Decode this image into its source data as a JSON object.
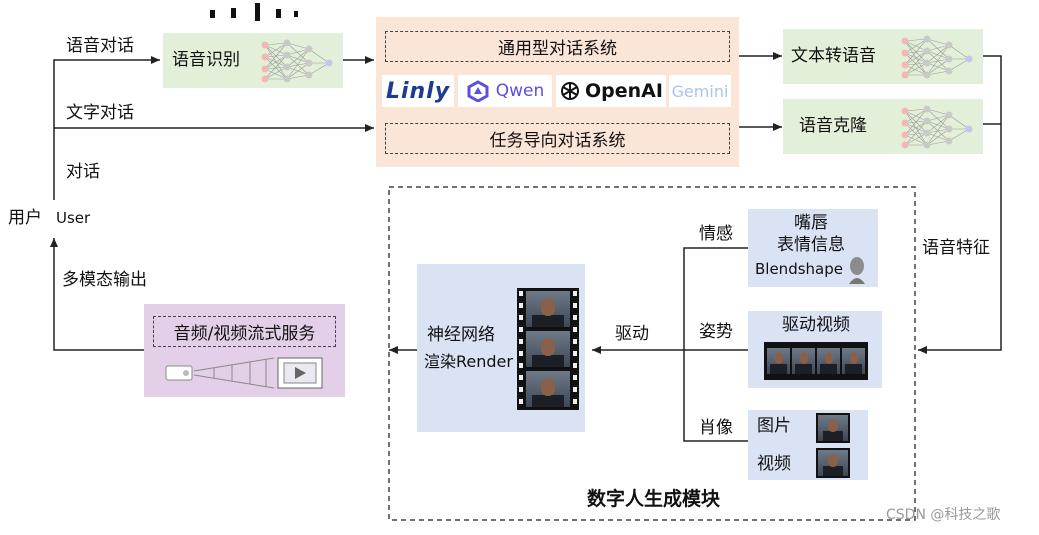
{
  "labels": {
    "voice_dialog": "语音对话",
    "text_dialog": "文字对话",
    "dialog": "对话",
    "user_cn": "用户",
    "user_en": "User",
    "multimodal_output": "多模态输出",
    "speech_features": "语音特征",
    "drive": "驱动",
    "emotion": "情感",
    "pose": "姿势",
    "portrait": "肖像",
    "module_title": "数字人生成模块",
    "watermark": "CSDN @科技之歌"
  },
  "boxes": {
    "asr": "语音识别",
    "general_dialog": "通用型对话系统",
    "task_dialog": "任务导向对话系统",
    "tts": "文本转语音",
    "voice_clone": "语音克隆",
    "stream_service": "音频/视频流式服务",
    "neural_render_line1": "神经网络",
    "neural_render_line2": "渲染Render",
    "lip_line1": "嘴唇",
    "lip_line2": "表情信息",
    "blendshape": "Blendshape",
    "driving_video": "驱动视频",
    "image": "图片",
    "video": "视频"
  },
  "logos": {
    "linly": "Linly",
    "qwen": "Qwen",
    "openai": "OpenAI",
    "gemini": "Gemini"
  },
  "colors": {
    "green_box": "#e2f0d9",
    "peach_box": "#fbe5d6",
    "blue_box": "#dae3f3",
    "purple_box": "#e4cfe8",
    "line": "#222222",
    "linly_blue": "#1d3b8f",
    "qwen_purple": "#5b4fe0",
    "gemini_blue": "#a9c4ee"
  }
}
